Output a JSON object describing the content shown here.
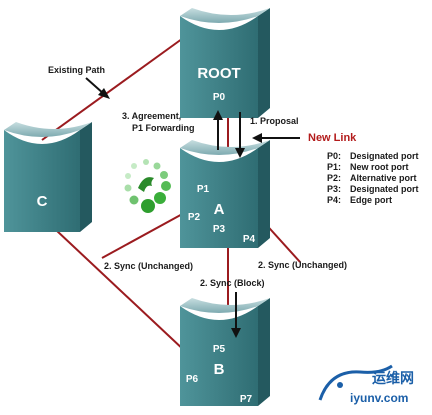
{
  "colors": {
    "switch_front": "#3a7f86",
    "switch_side": "#24595f",
    "switch_top": "#9cc3c6",
    "link_red": "#9b1b1f",
    "new_link_text": "#b31b1b",
    "arrow": "#111111",
    "logo_green": "#2e9e2e",
    "watermark_blue": "#1b5fa8"
  },
  "switches": {
    "root": {
      "name": "ROOT",
      "ports": [
        "P0"
      ]
    },
    "a": {
      "name": "A",
      "ports": [
        "P1",
        "P2",
        "P3",
        "P4"
      ]
    },
    "b": {
      "name": "B",
      "ports": [
        "P5",
        "P6",
        "P7"
      ]
    },
    "c": {
      "name": "C",
      "ports": []
    }
  },
  "labels": {
    "existing_path": "Existing Path",
    "agreement": "3. Agreement,",
    "agreement_2": "P1 Forwarding",
    "proposal": "1. Proposal",
    "new_link": "New Link",
    "sync_unchanged_left": "2. Sync (Unchanged)",
    "sync_unchanged_right": "2. Sync (Unchanged)",
    "sync_block": "2. Sync (Block)"
  },
  "legend": [
    {
      "key": "P0:",
      "value": "Designated port"
    },
    {
      "key": "P1:",
      "value": "New root port"
    },
    {
      "key": "P2:",
      "value": "Alternative port"
    },
    {
      "key": "P3:",
      "value": "Designated port"
    },
    {
      "key": "P4:",
      "value": "Edge port"
    }
  ],
  "watermark": {
    "cn": "运维网",
    "url": "iyunv.com"
  }
}
